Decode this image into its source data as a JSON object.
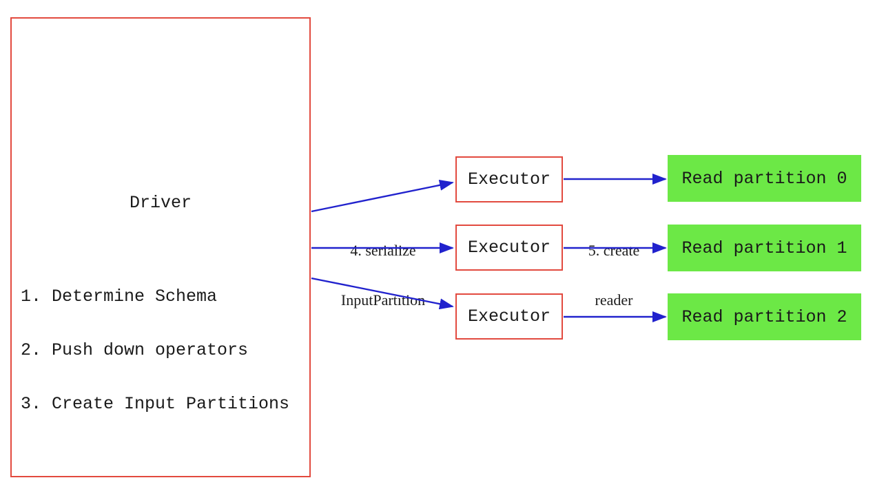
{
  "diagram": {
    "driver": {
      "title": "Driver",
      "steps": [
        "1. Determine Schema",
        "2. Push down operators",
        "3. Create Input Partitions"
      ]
    },
    "executors": [
      {
        "label": "Executor"
      },
      {
        "label": "Executor"
      },
      {
        "label": "Executor"
      }
    ],
    "partitions": [
      {
        "label": "Read partition 0"
      },
      {
        "label": "Read partition 1"
      },
      {
        "label": "Read partition 2"
      }
    ],
    "edge_labels": {
      "serialize": {
        "line1": "4. serialize",
        "line2": "InputPartition"
      },
      "reader": {
        "line1": "5. create",
        "line2": "reader"
      }
    },
    "colors": {
      "box_border_red": "#e2493e",
      "arrow_blue": "#2122cd",
      "partition_green": "#6ce846",
      "text_black": "#1a1a1a",
      "background": "#ffffff"
    }
  }
}
